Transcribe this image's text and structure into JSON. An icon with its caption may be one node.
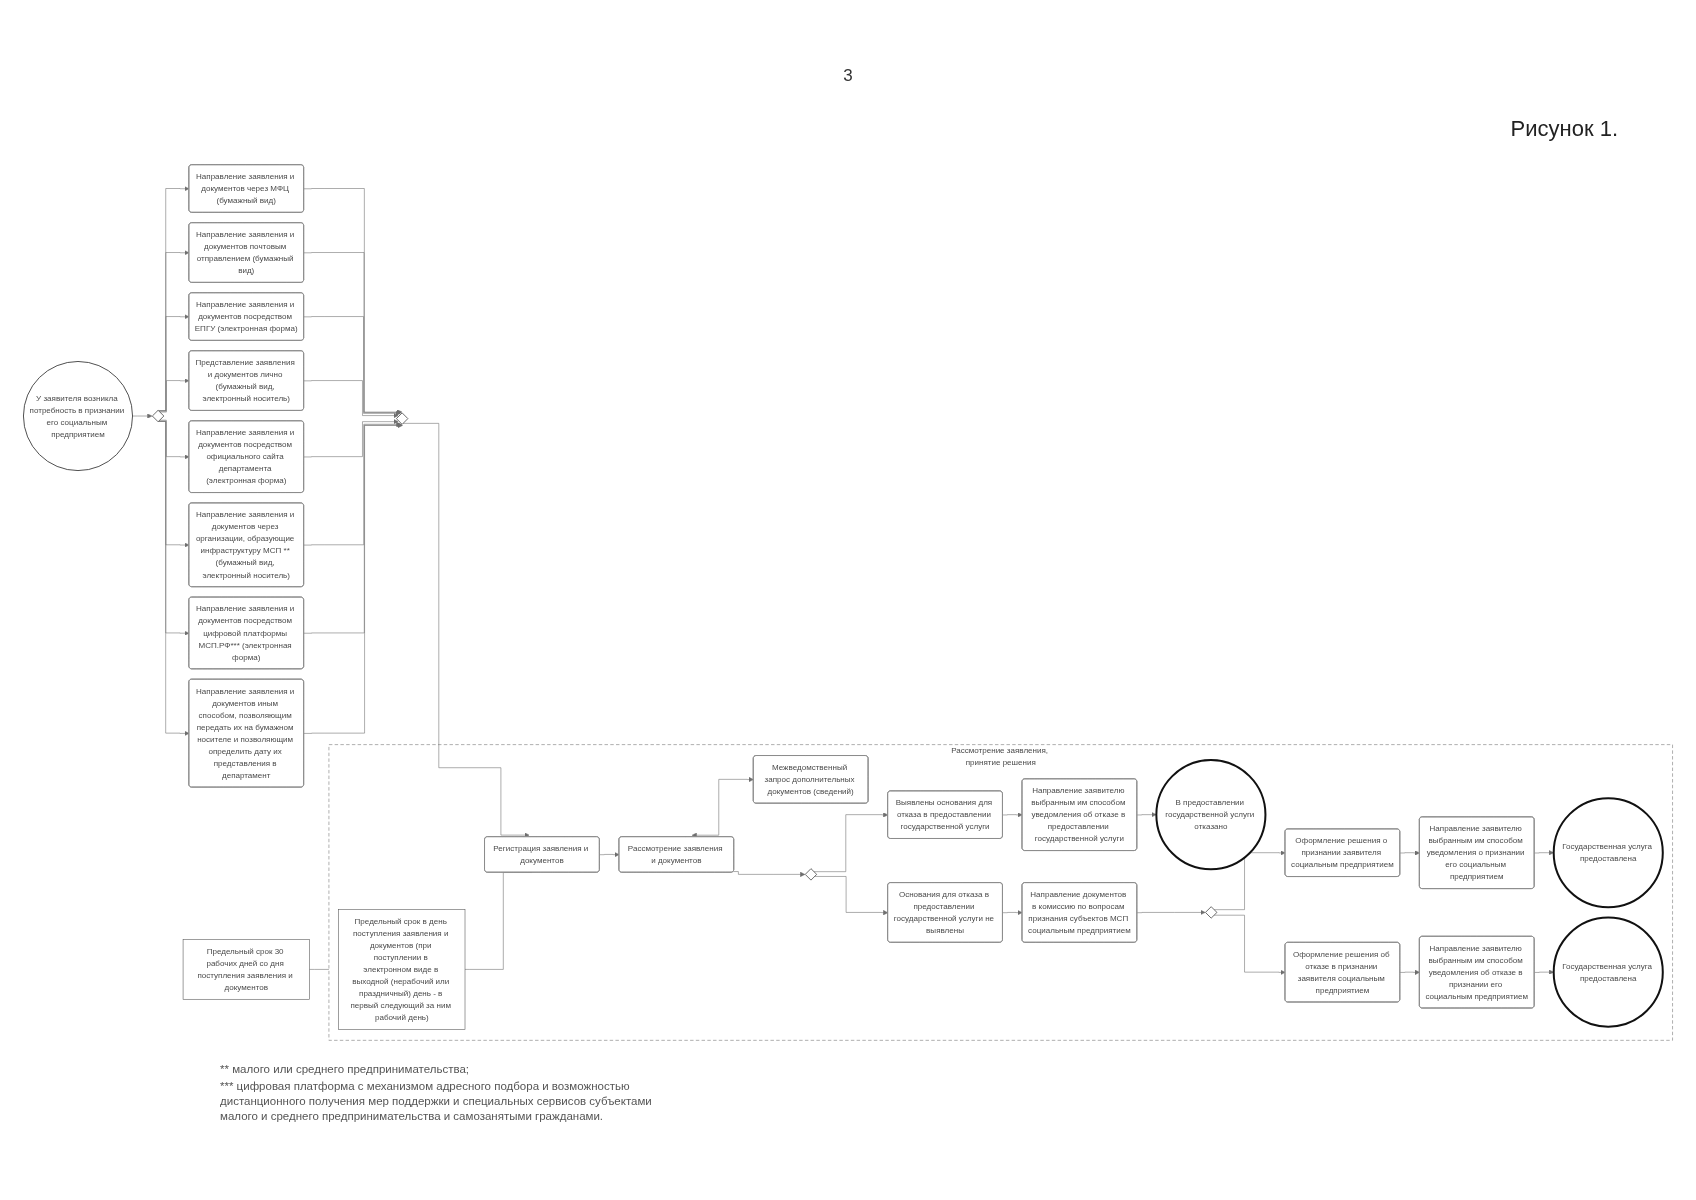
{
  "diagram": {
    "title": "Рисунок 1.",
    "nodes": [
      {
        "text": [
          "У заявителя возникла потребность в признании его социальным предприятием"
        ]
      },
      {
        "text": [],
        "shape": "diamond"
      },
      {
        "text": [
          "Направление заявления и документов через МФЦ (бумажный вид)"
        ]
      },
      {
        "text": [
          "Направление заявления и документов почтовым отправлением (бумажный вид)"
        ]
      },
      {
        "text": [
          "Направление заявления и документов посредством ЕПГУ (электронная форма)"
        ]
      },
      {
        "text": [
          "Представление заявления и документов лично (бумажный вид, электронный носитель)"
        ]
      },
      {
        "text": [
          "Направление заявления и документов посредством официального сайта департамента (электронная форма)"
        ]
      },
      {
        "text": [
          "Направление заявления и документов через организации, образующие инфраструктуру МСП ** (бумажный вид, электронный носитель)"
        ]
      },
      {
        "text": [
          "Направление заявления и документов посредством цифровой платформы МСП.РФ*** (электронная форма)"
        ]
      },
      {
        "text": [
          "Направление заявления и документов иным способом, позволяющим передать их на бумажном носителе и позволяющим определить дату их представления в департамент"
        ]
      },
      {
        "text": [],
        "shape": "diamond"
      },
      {
        "text": [
          "Предельный срок 30 рабочих дней со дня поступления заявления и документов"
        ]
      },
      {
        "text": [
          "Рассмотрение заявления, принятие решения"
        ]
      },
      {
        "text": [
          "Предельный срок в день поступления заявления и документов (при поступлении в электронном виде в выходной (нерабочий или праздничный) день - в первый следующий за ним рабочий день)"
        ],
        "in": 12
      },
      {
        "text": [
          "Регистрация заявления и документов"
        ],
        "in": 12
      },
      {
        "text": [
          "Рассмотрение заявления и документов"
        ],
        "in": 12
      },
      {
        "text": [
          "Межведомственный запрос дополнительных документов (сведений)"
        ],
        "in": 12
      },
      {
        "text": [],
        "shape": "diamond",
        "in": 12
      },
      {
        "text": [
          "Выявлены основания для отказа в предоставлении государственной услуги"
        ],
        "in": 12
      },
      {
        "text": [
          "Основания для отказа в предоставлении государственной услуги не выявлены"
        ],
        "in": 12
      },
      {
        "text": [
          "Направление заявителю выбранным им способом уведомления об отказе в предоставлении государственной услуги"
        ],
        "in": 12
      },
      {
        "text": [
          "Направление документов в комиссию по вопросам признания субъектов МСП социальным предприятием"
        ],
        "in": 12
      },
      {
        "text": [
          "В предоставлении государственной услуги отказано"
        ],
        "in": 12
      },
      {
        "text": [],
        "shape": "diamond",
        "in": 12
      },
      {
        "text": [
          "Оформление решения о признании заявителя социальным предприятием"
        ],
        "in": 12
      },
      {
        "text": [
          "Оформление решения об отказе в признании заявителя социальным предприятием"
        ],
        "in": 12
      },
      {
        "text": [
          "Направление заявителю выбранным им способом уведомления о признании его социальным предприятием"
        ],
        "in": 12
      },
      {
        "text": [
          "Направление заявителю выбранным им способом уведомления об отказе в признании его социальным предприятием"
        ],
        "in": 12
      },
      {
        "text": [
          "Государственная услуга предоставлена"
        ],
        "in": 12
      },
      {
        "text": [
          "Государственная услуга предоставлена"
        ],
        "in": 12
      }
    ],
    "edges": [
      {
        "from": 0,
        "to": 1,
        "arrow": "to"
      },
      {
        "from": 1,
        "to": 2,
        "arrow": "to"
      },
      {
        "from": 1,
        "to": 3,
        "arrow": "to"
      },
      {
        "from": 1,
        "to": 4,
        "arrow": "to"
      },
      {
        "from": 1,
        "to": 5,
        "arrow": "to"
      },
      {
        "from": 1,
        "to": 6,
        "arrow": "to"
      },
      {
        "from": 1,
        "to": 7,
        "arrow": "to"
      },
      {
        "from": 1,
        "to": 8,
        "arrow": "to"
      },
      {
        "from": 1,
        "to": 9,
        "arrow": "to"
      },
      {
        "from": 2,
        "to": 10,
        "arrow": "to"
      },
      {
        "from": 3,
        "to": 10,
        "arrow": "to"
      },
      {
        "from": 4,
        "to": 10,
        "arrow": "to"
      },
      {
        "from": 5,
        "to": 10,
        "arrow": "to"
      },
      {
        "from": 6,
        "to": 10,
        "arrow": "to"
      },
      {
        "from": 7,
        "to": 10,
        "arrow": "to"
      },
      {
        "from": 8,
        "to": 10,
        "arrow": "to"
      },
      {
        "from": 9,
        "to": 10,
        "arrow": "to"
      },
      {
        "from": 10,
        "to": 14,
        "arrow": "to"
      },
      {
        "from": 14,
        "to": 15,
        "arrow": "to"
      },
      {
        "from": 15,
        "to": 16,
        "arrow": "both"
      },
      {
        "from": 15,
        "to": 17,
        "arrow": "to"
      },
      {
        "from": 17,
        "to": 18,
        "arrow": "to"
      },
      {
        "from": 17,
        "to": 19,
        "arrow": "to"
      },
      {
        "from": 18,
        "to": 20,
        "arrow": "to"
      },
      {
        "from": 20,
        "to": 22,
        "arrow": "to"
      },
      {
        "from": 19,
        "to": 21,
        "arrow": "to"
      },
      {
        "from": 21,
        "to": 23,
        "arrow": "to"
      },
      {
        "from": 23,
        "to": 24,
        "arrow": "to"
      },
      {
        "from": 23,
        "to": 25,
        "arrow": "to"
      },
      {
        "from": 24,
        "to": 26,
        "arrow": "to"
      },
      {
        "from": 25,
        "to": 27,
        "arrow": "to"
      },
      {
        "from": 26,
        "to": 28,
        "arrow": "to"
      },
      {
        "from": 27,
        "to": 29,
        "arrow": "to"
      },
      {
        "from": 11,
        "to": 12,
        "arrow": "none"
      },
      {
        "from": 13,
        "to": 14,
        "arrow": "none"
      }
    ],
    "labels": [
      "3",
      "** малого или среднего предпринимательства;",
      "*** цифровая платформа с механизмом адресного подбора и возможностью дистанционного получения мер поддержки и специальных сервисов субъектами малого и среднего предпринимательства и самозанятыми гражданами."
    ]
  }
}
